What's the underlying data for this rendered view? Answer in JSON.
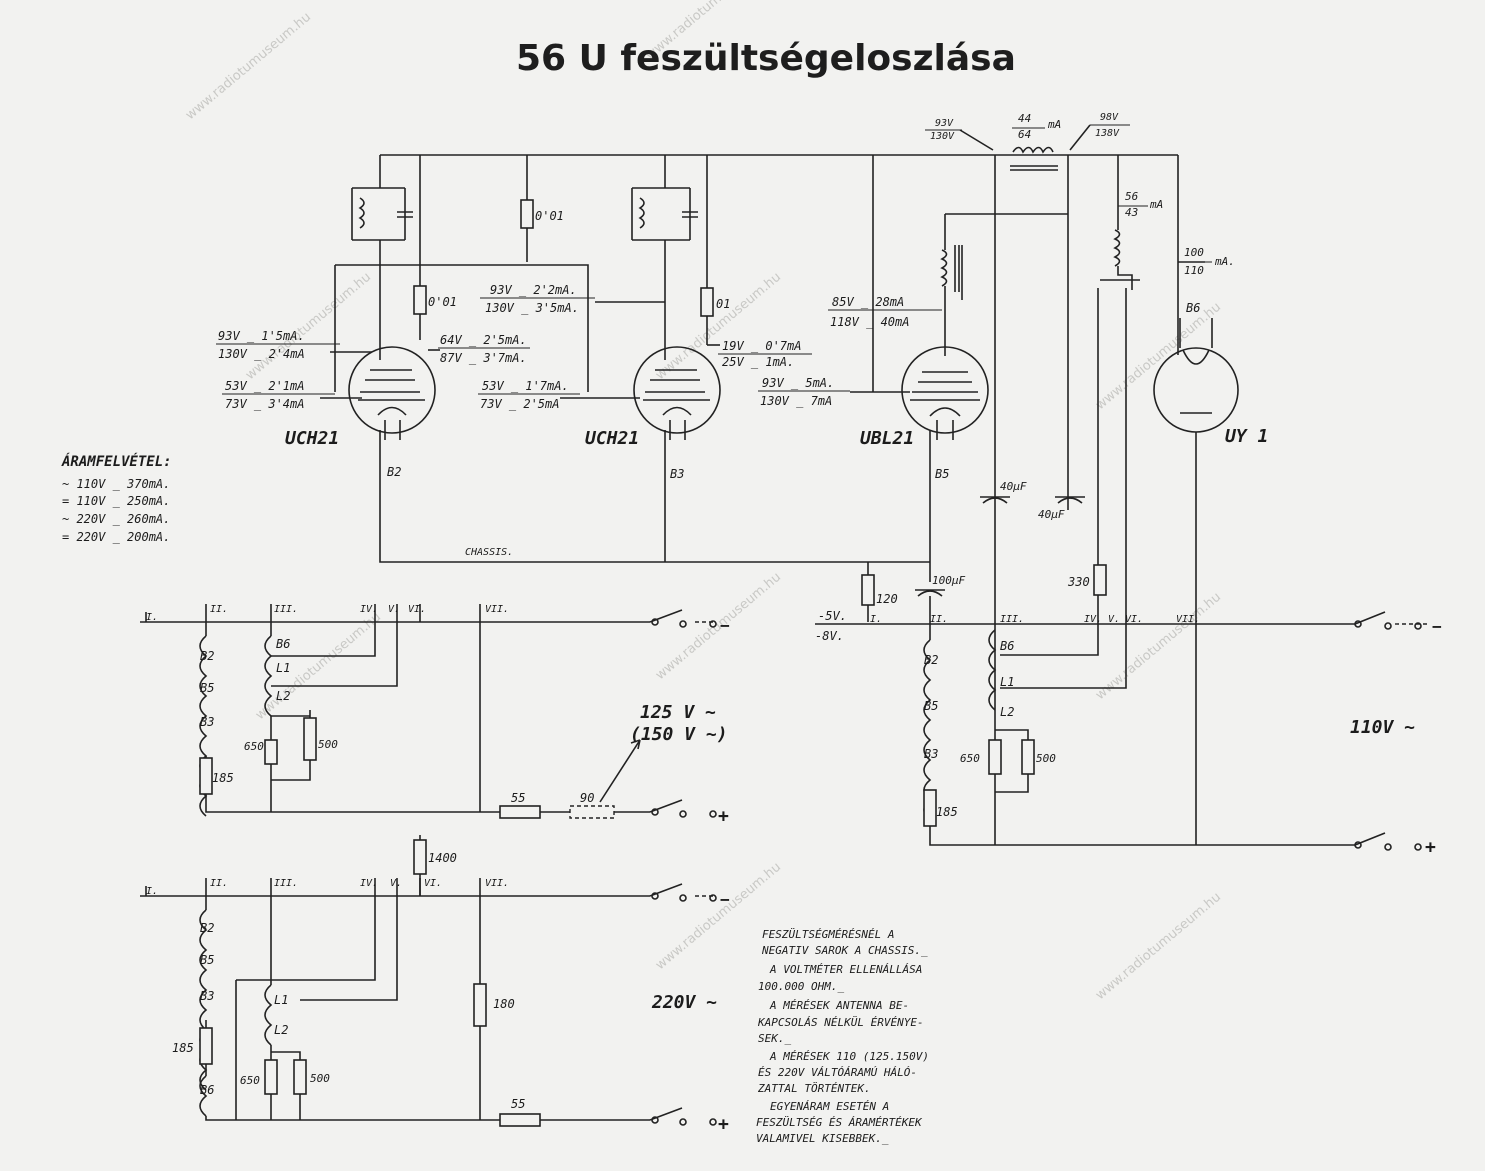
{
  "title": "56 U feszültségeloszlása",
  "watermark": "www.radiotumuseum.hu",
  "tubes": {
    "uch21a": {
      "name": "UCH21",
      "heater": "B2"
    },
    "uch21b": {
      "name": "UCH21",
      "heater": "B3"
    },
    "ubl21": {
      "name": "UBL21",
      "heater": "B5"
    },
    "uy1": {
      "name": "UY 1",
      "heater": "B6"
    }
  },
  "readings": {
    "t1_anode_1": "93V _ 1'5mA.",
    "t1_anode_2": "130V _ 2'4mA",
    "t1_grid_1": "53V _ 2'1mA",
    "t1_grid_2": "73V _ 3'4mA",
    "t1_osc_1": "64V _ 2'5mA.",
    "t1_osc_2": "87V _ 3'7mA.",
    "t2_plate_1": "93V _ 2'2mA.",
    "t2_plate_2": "130V _ 3'5mA.",
    "t2_screen_1": "53V _ 1'7mA.",
    "t2_screen_2": "73V _ 2'5mA",
    "t2_osc_1": "19V _ 0'7mA",
    "t2_osc_2": "25V _ 1mA.",
    "t3_screen_1": "93V _ 5mA.",
    "t3_screen_2": "130V _ 7mA",
    "t3_anode_1": "85V _ 28mA",
    "t3_anode_2": "118V _ 40mA",
    "choke_left_1": "93V",
    "choke_left_2": "130V",
    "choke_right_1": "98V",
    "choke_right_2": "138V",
    "choke_current_1": "44",
    "choke_current_2": "64",
    "choke_unit": "mA",
    "field_current_1": "56",
    "field_current_2": "43",
    "field_unit": "mA",
    "rect_current_1": "100",
    "rect_current_2": "110",
    "rect_unit": "mA.",
    "bias_1": "-5V.",
    "bias_2": "-8V."
  },
  "components": {
    "r_001a": "0'01",
    "r_001b": "0'01",
    "r_01": "01",
    "r_001c": "0'01",
    "cap_40a": "40µF",
    "cap_40b": "40µF",
    "cap_100": "100µF",
    "r_120": "120",
    "r_330": "330",
    "r_185": "185",
    "r_650": "650",
    "r_500": "500",
    "r_55": "55",
    "r_90": "90",
    "r_1400": "1400",
    "r_180": "180",
    "l1": "L1",
    "l2": "L2",
    "b2": "B2",
    "b3": "B3",
    "b5": "B5",
    "b6": "B6",
    "chassis": "CHASSIS."
  },
  "current_draw": {
    "heading": "ÁRAMFELVÉTEL:",
    "rows": [
      "~ 110V _ 370mA.",
      "= 110V _ 250mA.",
      "~ 220V _ 260mA.",
      "= 220V _ 200mA."
    ]
  },
  "pins": [
    "I.",
    "II.",
    "III.",
    "IV.",
    "V.",
    "VI.",
    "VII."
  ],
  "mains": {
    "v125": "125 V ~",
    "v150": "(150 V ~)",
    "v110": "110V ~",
    "v220": "220V ~",
    "minus": "−",
    "plus": "+"
  },
  "notes": [
    "FESZÜLTSÉGMÉRÉSNÉL A",
    "NEGATIV SAROK A CHASSIS._",
    "A VOLTMÉTER ELLENÁLLÁSA",
    "100.000 OHM._",
    "A MÉRÉSEK ANTENNA BE-",
    "KAPCSOLÁS NÉLKÜL ÉRVÉNYE-",
    "SEK._",
    "A MÉRÉSEK 110 (125.150V)",
    "ÉS 220V VÁLTÓÁRAMÚ HÁLÓ-",
    "ZATTAL TÖRTÉNTEK.",
    "EGYENÁRAM ESETÉN A",
    "FESZÜLTSÉG ÉS ÁRAMÉRTÉKEK",
    "VALAMIVEL KISEBBEK._"
  ],
  "colors": {
    "paper": "#f2f2f0",
    "ink": "#222222"
  }
}
